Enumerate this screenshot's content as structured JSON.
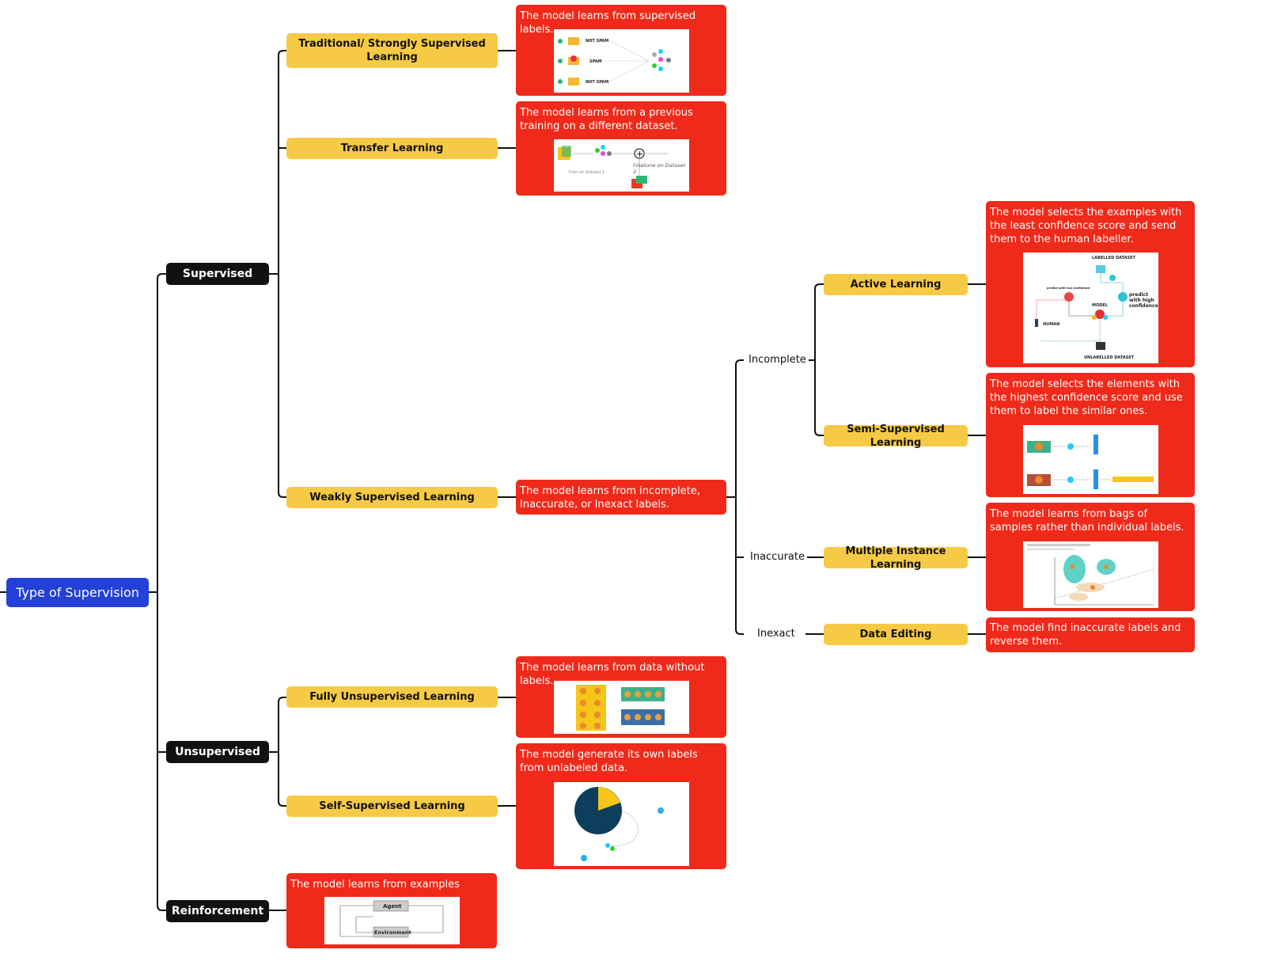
{
  "root": {
    "label": "Type of Supervision",
    "color": "#2340d8"
  },
  "colors": {
    "category": "#111111",
    "method": "#f7ca45",
    "description": "#ef2a1a"
  },
  "supervised": {
    "label": "Supervised",
    "traditional": {
      "label": "Traditional/ Strongly Supervised Learning",
      "desc": "The model learns from supervised labels.",
      "img": {
        "not_spam": "NOT SPAM",
        "spam": "SPAM"
      }
    },
    "transfer": {
      "label": "Transfer Learning",
      "desc": "The model learns from a previous training on a different dataset.",
      "img": {
        "train": "Train on Dataset 1",
        "finetune": "Finetune on Dataset 2"
      }
    },
    "weakly": {
      "label": "Weakly Supervised Learning",
      "desc": "The model learns from incomplete, Inaccurate, or Inexact labels.",
      "incomplete": {
        "label": "Incomplete",
        "active": {
          "label": "Active Learning",
          "desc": "The model selects the examples with the least confidence score and send them to the human labeller.",
          "img": {
            "labelled": "LABELLED DATASET",
            "unlabelled": "UNLABELLED DATASET",
            "model": "MODEL",
            "human": "HUMAN",
            "low": "predict with low confidence",
            "high": "predict with high confidence"
          }
        },
        "semi": {
          "label": "Semi-Supervised Learning",
          "desc": "The model selects the elements with the highest confidence score and use them to label the similar ones."
        }
      },
      "inaccurate": {
        "label": "Inaccurate",
        "mil": {
          "label": "Multiple Instance Learning",
          "desc": "The model learns from bags of samples rather than individual labels."
        }
      },
      "inexact": {
        "label": "Inexact",
        "editing": {
          "label": "Data Editing",
          "desc": "The model find inaccurate labels and reverse them."
        }
      }
    }
  },
  "unsupervised": {
    "label": "Unsupervised",
    "fully": {
      "label": "Fully Unsupervised Learning",
      "desc": "The model learns from data without labels."
    },
    "self": {
      "label": "Self-Supervised Learning",
      "desc": "The model generate its own labels from unlabeled data."
    }
  },
  "reinforcement": {
    "label": "Reinforcement",
    "desc": "The model learns from examples",
    "img": {
      "agent": "Agent",
      "environment": "Environment"
    }
  }
}
